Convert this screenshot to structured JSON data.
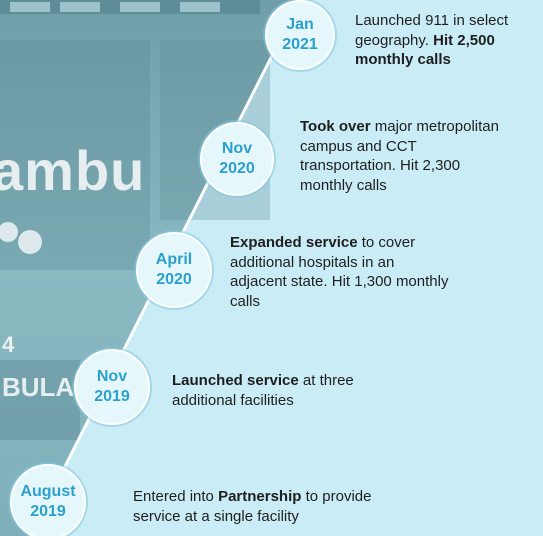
{
  "background": {
    "accent_color": "#2aa0cf",
    "panel_color": "#c9ecf6",
    "photo_words": {
      "brand": "ambu",
      "side": "BULA",
      "unit": "4"
    }
  },
  "milestones": [
    {
      "date_line1": "Jan",
      "date_line2": "2021",
      "text_plain_1": "Launched 911 in select geography. ",
      "text_bold_1": "Hit 2,500 monthly calls",
      "text_plain_2": ""
    },
    {
      "date_line1": "Nov",
      "date_line2": "2020",
      "text_bold_1": "Took over",
      "text_plain_1": " major metropolitan campus and CCT transportation. Hit 2,300 monthly calls"
    },
    {
      "date_line1": "April",
      "date_line2": "2020",
      "text_bold_1": "Expanded service",
      "text_plain_1": " to cover additional hospitals in an adjacent state. Hit 1,300 monthly calls"
    },
    {
      "date_line1": "Nov",
      "date_line2": "2019",
      "text_bold_1": "Launched service",
      "text_plain_1": " at three additional facilities"
    },
    {
      "date_line1": "August",
      "date_line2": "2019",
      "text_plain_1": "Entered into ",
      "text_bold_1": "Partnership",
      "text_plain_2": " to provide service at a single facility"
    }
  ]
}
